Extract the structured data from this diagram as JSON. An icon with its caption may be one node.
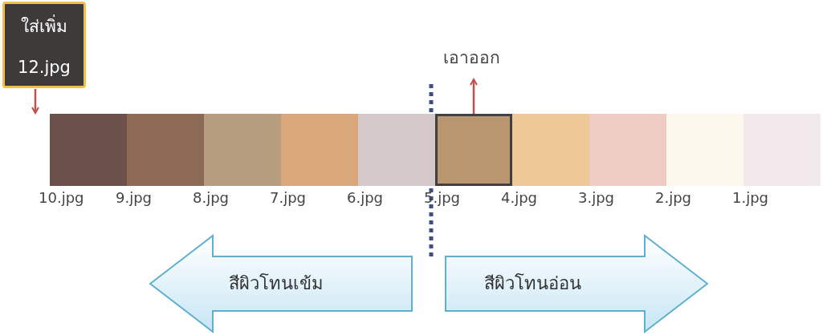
{
  "diagram": {
    "nodes": [
      {
        "text": [
          "ใส่เพิ่ม",
          "12.jpg"
        ]
      },
      {
        "text": [
          "เอาออก"
        ]
      },
      {
        "text": [],
        "shape": "box",
        "beside": [
          "10.jpg"
        ]
      },
      {
        "text": [],
        "shape": "box",
        "beside": [
          "9.jpg"
        ]
      },
      {
        "text": [],
        "shape": "box",
        "beside": [
          "8.jpg"
        ]
      },
      {
        "text": [],
        "shape": "box",
        "beside": [
          "7.jpg"
        ]
      },
      {
        "text": [],
        "shape": "box",
        "beside": [
          "6.jpg"
        ]
      },
      {
        "text": [],
        "shape": "box",
        "beside": [
          "5.jpg"
        ]
      },
      {
        "text": [],
        "shape": "box",
        "beside": [
          "4.jpg"
        ]
      },
      {
        "text": [],
        "shape": "box",
        "beside": [
          "3.jpg"
        ]
      },
      {
        "text": [],
        "shape": "box",
        "beside": [
          "2.jpg"
        ]
      },
      {
        "text": [],
        "shape": "box",
        "beside": [
          "1.jpg"
        ]
      },
      {
        "text": [
          "สีผิวโทนเข้ม"
        ]
      },
      {
        "text": [
          "สีผิวโทนอ่อน"
        ]
      }
    ],
    "edges": [
      {
        "from": 0,
        "to": 2,
        "arrow": "to"
      },
      {
        "from": 7,
        "to": 1,
        "arrow": "to"
      }
    ]
  }
}
